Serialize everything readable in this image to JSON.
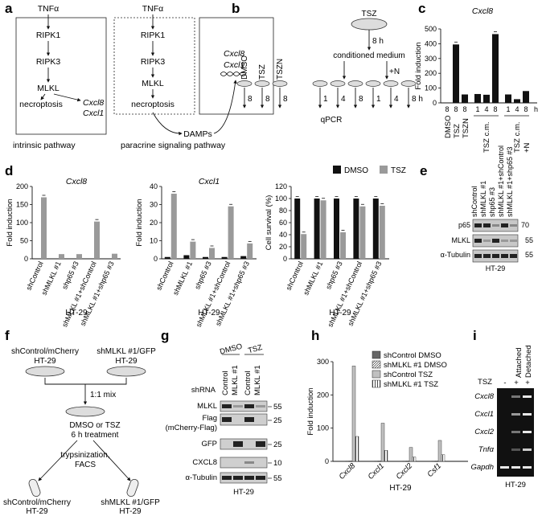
{
  "panels": {
    "a": "a",
    "b": "b",
    "c": "c",
    "d": "d",
    "e": "e",
    "f": "f",
    "g": "g",
    "h": "h",
    "i": "i"
  },
  "panel_a": {
    "intrinsic": {
      "nodes": [
        "TNFα",
        "RIPK1",
        "RIPK3",
        "MLKL"
      ],
      "outcome": "necroptosis",
      "genes": [
        "Cxcl8",
        "Cxcl1"
      ],
      "caption": "intrinsic pathway"
    },
    "paracrine": {
      "nodes": [
        "TNFα",
        "RIPK1",
        "RIPK3",
        "MLKL",
        "necroptosis"
      ],
      "genes": [
        "Cxcl8",
        "Cxcl1"
      ],
      "damps": "DAMPs",
      "caption": "paracrine signaling pathway"
    }
  },
  "panel_b": {
    "tsz": "TSZ",
    "time": "8 h",
    "conditioned": "conditioned medium",
    "plus_n": "+N",
    "treatments": [
      "DMSO",
      "TSZ",
      "TSZN"
    ],
    "treat_times": [
      "8",
      "8",
      "8"
    ],
    "cm_times": [
      "1",
      "4",
      "8"
    ],
    "cmn_times": [
      "1",
      "4",
      "8 h"
    ],
    "qpcr": "qPCR"
  },
  "panel_e": {
    "lanes": [
      "shControl",
      "shMLKL #1",
      "shp65 #3",
      "shMLKL #1+shControl",
      "shMLKL #1+shp65 #3"
    ],
    "blots": [
      "p65",
      "MLKL",
      "α-Tubulin"
    ],
    "mw": [
      "70",
      "55",
      "55"
    ],
    "cell": "HT-29"
  },
  "panel_f": {
    "dish1": "shControl/mCherry",
    "dish1b": "HT-29",
    "dish2": "shMLKL #1/GFP",
    "dish2b": "HT-29",
    "mix": "1:1 mix",
    "treat1": "DMSO or TSZ",
    "treat2": "6 h treatment",
    "sort1": "trypsinization,",
    "sort2": "FACS",
    "out1": "shControl/mCherry",
    "out1b": "HT-29",
    "out2": "shMLKL #1/GFP",
    "out2b": "HT-29"
  },
  "panel_g": {
    "groups": [
      "DMSO",
      "TSZ"
    ],
    "lanes": [
      "Control",
      "MLKL #1",
      "Control",
      "MLKL #1"
    ],
    "shrna": "shRNA",
    "blots": [
      "MLKL",
      "Flag",
      "(mCherry-Flag)",
      "GFP",
      "CXCL8",
      "α-Tubulin"
    ],
    "mw": [
      "55",
      "25",
      "25",
      "10",
      "55"
    ],
    "cell": "HT-29"
  },
  "panel_i": {
    "tsz": "TSZ",
    "signs": [
      "-",
      "+",
      "+"
    ],
    "cols": [
      "Attached",
      "Detached"
    ],
    "genes": [
      "Cxcl8",
      "Cxcl1",
      "Cxcl2",
      "Tnfα",
      "Gapdh"
    ],
    "cell": "HT-29"
  },
  "chart_data": [
    {
      "id": "c",
      "type": "bar",
      "title": "Cxcl8",
      "ylabel": "Fold induction",
      "ylim": [
        0,
        500
      ],
      "yticks": [
        "0",
        "100",
        "200",
        "300",
        "400",
        "500"
      ],
      "categories": [
        "DMSO",
        "TSZ",
        "TSZN",
        "TSZ c.m. 1",
        "TSZ c.m. 4",
        "TSZ c.m. 8",
        "TSZ c.m. +N 1",
        "TSZ c.m. +N 4",
        "TSZ c.m. +N 8"
      ],
      "values": [
        1,
        395,
        57,
        60,
        55,
        465,
        57,
        25,
        80
      ],
      "tick_labels": [
        "8",
        "8",
        "8",
        "1",
        "4",
        "8",
        "1",
        "4",
        "8"
      ],
      "unit": "h",
      "group_labels": [
        "DMSO",
        "TSZ",
        "TSZN",
        "TSZ c.m.",
        "TSZ c.m.",
        "+N"
      ]
    },
    {
      "id": "d1",
      "type": "bar",
      "title": "Cxcl8",
      "ylabel": "Fold induction",
      "ylim": [
        0,
        200
      ],
      "yticks": [
        "0",
        "50",
        "100",
        "150",
        "200"
      ],
      "categories": [
        "shControl",
        "shMLKL #1",
        "shp65 #3",
        "shMLKL #1+shControl",
        "shMLKL #1+shp65 #3"
      ],
      "series": [
        {
          "name": "DMSO",
          "values": [
            1,
            1,
            1,
            1,
            1
          ]
        },
        {
          "name": "TSZ",
          "values": [
            170,
            13,
            13,
            103,
            14
          ]
        }
      ],
      "xlabel": "HT-29"
    },
    {
      "id": "d2",
      "type": "bar",
      "title": "Cxcl1",
      "ylabel": "Fold induction",
      "ylim": [
        0,
        40
      ],
      "yticks": [
        "0",
        "10",
        "20",
        "30",
        "40"
      ],
      "categories": [
        "shControl",
        "shMLKL #1",
        "shp65 #3",
        "shMLKL #1+shControl",
        "shMLKL #1+shp65 #3"
      ],
      "series": [
        {
          "name": "DMSO",
          "values": [
            1,
            2,
            1,
            1,
            1.5
          ]
        },
        {
          "name": "TSZ",
          "values": [
            36,
            9.5,
            6,
            29,
            8.5
          ]
        }
      ],
      "xlabel": "HT-29"
    },
    {
      "id": "d3",
      "type": "bar",
      "title": "",
      "ylabel": "Cell survival (%)",
      "ylim": [
        0,
        120
      ],
      "yticks": [
        "0",
        "20",
        "40",
        "60",
        "80",
        "100",
        "120"
      ],
      "categories": [
        "shControl",
        "shMLKL #1",
        "shp65 #3",
        "shMLKL #1+shControl",
        "shMLKL #1+shp65 #3"
      ],
      "series": [
        {
          "name": "DMSO",
          "values": [
            100,
            100,
            100,
            100,
            100
          ]
        },
        {
          "name": "TSZ",
          "values": [
            41,
            97,
            44,
            87,
            88
          ]
        }
      ],
      "legend": [
        "DMSO",
        "TSZ"
      ],
      "xlabel": "HT-29"
    },
    {
      "id": "h",
      "type": "bar",
      "title": "",
      "ylabel": "Fold induction",
      "ylim": [
        0,
        300
      ],
      "yticks": [
        "0",
        "100",
        "200",
        "300"
      ],
      "categories": [
        "Cxcl8",
        "Cxcl1",
        "Cxcl2",
        "Csf1"
      ],
      "series": [
        {
          "name": "shControl DMSO",
          "values": [
            1,
            1,
            1,
            1
          ]
        },
        {
          "name": "shMLKL #1 DMSO",
          "values": [
            1,
            1,
            1,
            1
          ]
        },
        {
          "name": "shControl TSZ",
          "values": [
            287,
            115,
            42,
            63
          ]
        },
        {
          "name": "shMLKL #1 TSZ",
          "values": [
            75,
            33,
            13,
            20
          ]
        }
      ],
      "xlabel": "HT-29"
    }
  ]
}
